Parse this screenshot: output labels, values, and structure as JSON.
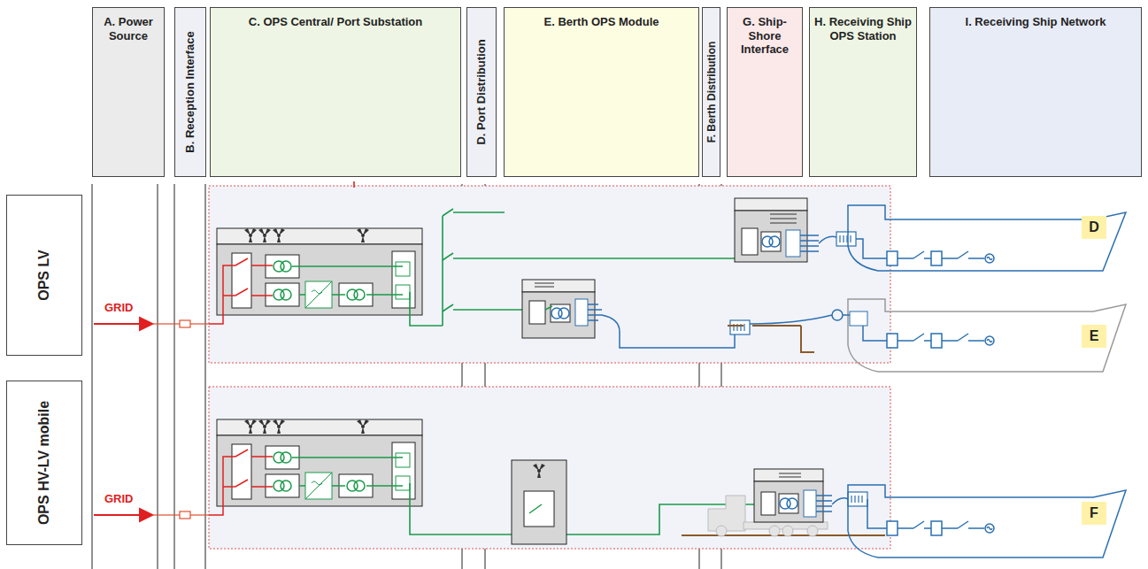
{
  "diagram": {
    "nodes": [
      {
        "text": [
          "A. Power Source"
        ]
      },
      {
        "text": [
          "B. Reception Interface"
        ]
      },
      {
        "text": [
          "C. OPS Central/ Port Substation"
        ]
      },
      {
        "text": [
          "D. Port Distribution"
        ]
      },
      {
        "text": [
          "E. Berth OPS Module"
        ]
      },
      {
        "text": [
          "F. Berth Distribution"
        ]
      },
      {
        "text": [
          "G. Ship-Shore Interface"
        ]
      },
      {
        "text": [
          "H. Receiving Ship OPS Station"
        ]
      },
      {
        "text": [
          "I. Receiving Ship Network"
        ]
      },
      {
        "text": [
          "OPS LV"
        ]
      },
      {
        "text": [
          "OPS HV-LV mobile"
        ]
      },
      {
        "text": [
          "D"
        ]
      },
      {
        "text": [
          "E"
        ]
      },
      {
        "text": [
          "F"
        ]
      }
    ],
    "labels": [
      "GRID",
      "GRID"
    ]
  }
}
